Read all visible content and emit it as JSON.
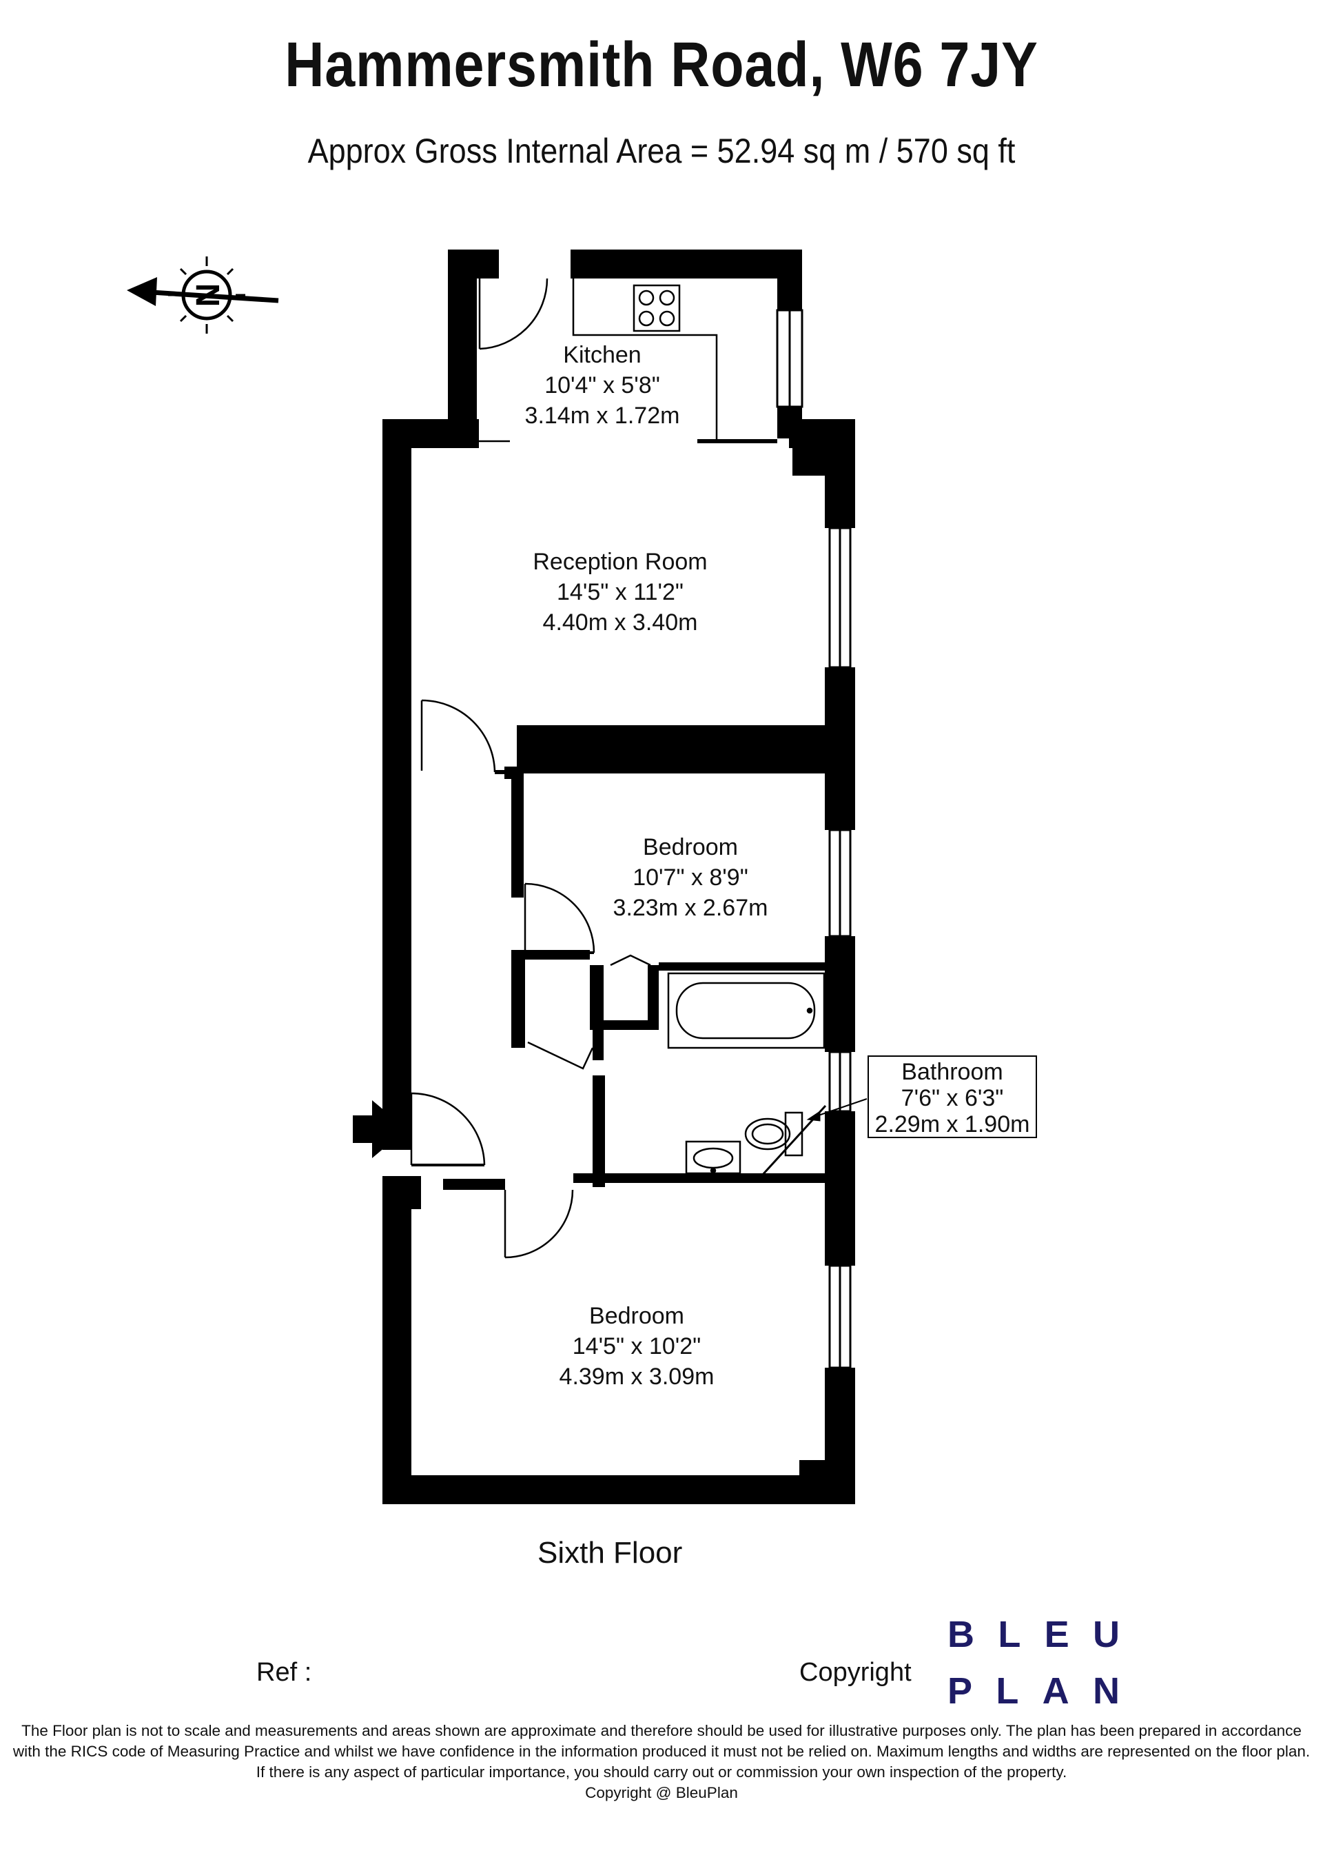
{
  "header": {
    "title": "Hammersmith Road, W6 7JY",
    "area": "Approx Gross Internal Area = 52.94 sq m / 570 sq ft"
  },
  "compass": {
    "letter": "N",
    "icon": "north-arrow-icon"
  },
  "rooms": {
    "kitchen": {
      "name": "Kitchen",
      "imperial": "10'4\" x 5'8\"",
      "metric": "3.14m x 1.72m"
    },
    "reception": {
      "name": "Reception Room",
      "imperial": "14'5\" x 11'2\"",
      "metric": "4.40m x 3.40m"
    },
    "bedroom1": {
      "name": "Bedroom",
      "imperial": "10'7\" x 8'9\"",
      "metric": "3.23m x 2.67m"
    },
    "bathroom": {
      "name": "Bathroom",
      "imperial": "7'6\" x 6'3\"",
      "metric": "2.29m x 1.90m"
    },
    "bedroom2": {
      "name": "Bedroom",
      "imperial": "14'5\" x 10'2\"",
      "metric": "4.39m x 3.09m"
    }
  },
  "floor_name": "Sixth Floor",
  "footer": {
    "ref": "Ref  :",
    "copyright": "Copyright",
    "logo_line1": [
      "B",
      "L",
      "E",
      "U"
    ],
    "logo_line2": [
      "P",
      "L",
      "A",
      "N"
    ],
    "disclaimer": [
      "The Floor plan is not to scale and measurements and areas shown are approximate and therefore should be used for illustrative purposes only. The plan has been prepared in accordance",
      "with the RICS code of Measuring Practice and whilst we have confidence in the information produced it must not be relied on. Maximum lengths and widths are represented on the floor plan.",
      "If there is any aspect of particular importance, you should carry out or commission your own inspection of the property.",
      "Copyright @ BleuPlan"
    ]
  },
  "colors": {
    "wall": "#000000",
    "logo": "#1e1c66",
    "text": "#111111"
  }
}
